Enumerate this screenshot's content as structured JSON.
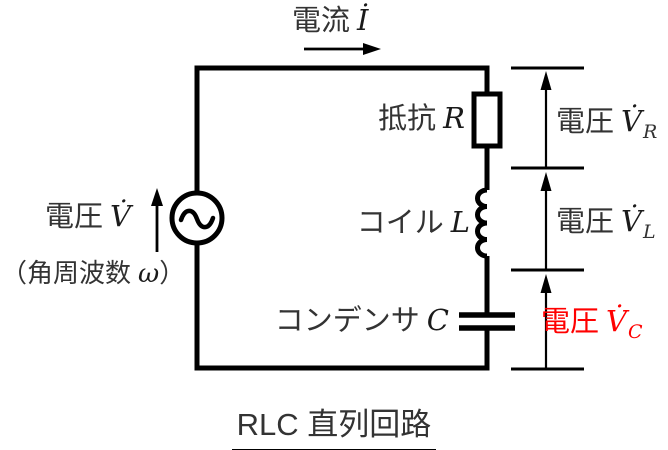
{
  "diagram_type": "series-RLC-circuit-schematic",
  "colors": {
    "wire": "#000000",
    "text": "#333333",
    "math_symbol": "#1a1a1a",
    "highlight_voltage_c": "#ff0000",
    "background": "#ffffff"
  },
  "labels": {
    "current": {
      "text": "電流",
      "symbol": "İ"
    },
    "source_voltage": {
      "text": "電圧",
      "symbol": "V̇"
    },
    "angular_frequency": {
      "prefix": "（角周波数",
      "symbol": "ω",
      "suffix": "）"
    },
    "resistor": {
      "text": "抵抗",
      "symbol": "R"
    },
    "inductor": {
      "text": "コイル",
      "symbol": "L"
    },
    "capacitor": {
      "text": "コンデンサ",
      "symbol": "C"
    },
    "voltage_r": {
      "text": "電圧",
      "symbol": "V̇",
      "sub": "R"
    },
    "voltage_l": {
      "text": "電圧",
      "symbol": "V̇",
      "sub": "L"
    },
    "voltage_c": {
      "text": "電圧",
      "symbol": "V̇",
      "sub": "C"
    }
  },
  "title": "RLC 直列回路"
}
